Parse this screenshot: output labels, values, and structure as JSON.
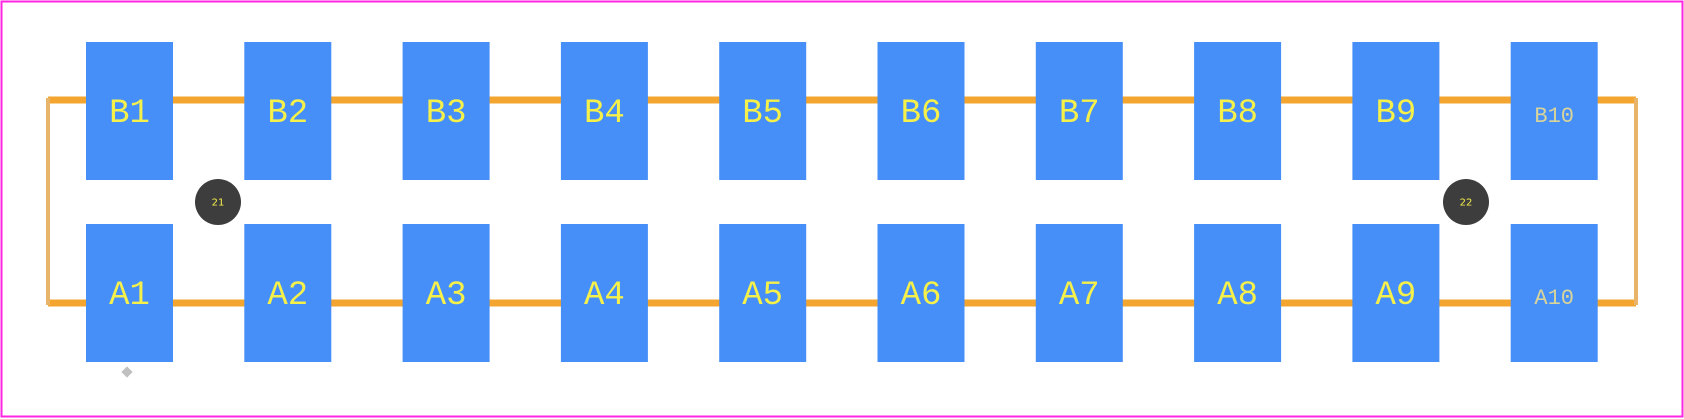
{
  "colors": {
    "background": "#ffffff",
    "border": "#ff26e2",
    "silkscreen": "#f3a530",
    "silkscreen_side": "#e8b46a",
    "pad": "#468ff8",
    "pad_label": "#f5f04a",
    "pad_label_dim": "#d8d49a",
    "hole": "#3d3d3d",
    "hole_label": "#f5f04a",
    "origin_marker": "#c0c0c0"
  },
  "pads": {
    "top_row": [
      "B1",
      "B2",
      "B3",
      "B4",
      "B5",
      "B6",
      "B7",
      "B8",
      "B9",
      "B10"
    ],
    "bottom_row": [
      "A1",
      "A2",
      "A3",
      "A4",
      "A5",
      "A6",
      "A7",
      "A8",
      "A9",
      "A10"
    ]
  },
  "holes": [
    "21",
    "22"
  ]
}
